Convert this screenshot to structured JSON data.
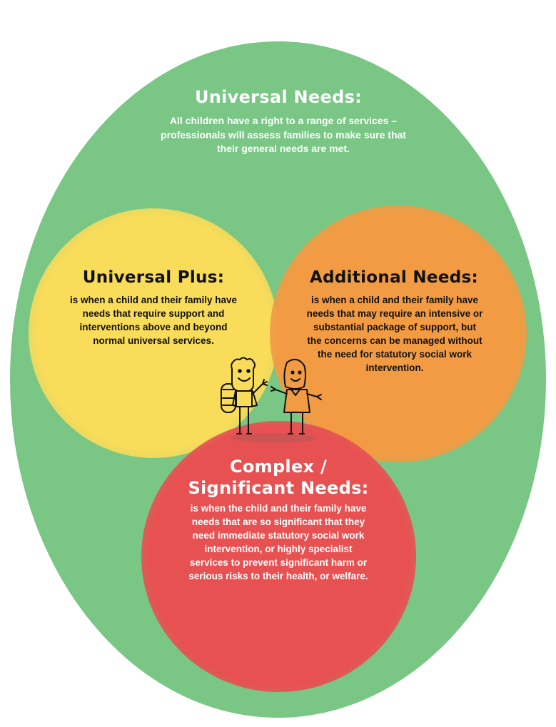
{
  "universal": {
    "title": "Universal Needs:",
    "text": "All children have a right to a range of services – professionals will assess families to make sure that their general needs are met."
  },
  "universal_plus": {
    "title": "Universal Plus:",
    "text": "is when a child and their family have needs that require support and interventions above and beyond normal universal services."
  },
  "additional": {
    "title": "Additional Needs:",
    "text": "is when a child and their family have needs that may require an intensive or substantial package of support, but the concerns can be managed without the need for statutory social work intervention."
  },
  "complex": {
    "title_line1": "Complex /",
    "title_line2": "Significant Needs:",
    "text": "is when the child and their family have needs that are so significant that they need immediate statutory social work intervention, or highly specialist services to prevent significant harm or serious risks to their health, or welfare."
  },
  "colors": {
    "universal": "#79c685",
    "universal_plus": "#f9dc5a",
    "additional": "#f29b43",
    "complex": "#e75152"
  },
  "illustration": "two-children-icon"
}
